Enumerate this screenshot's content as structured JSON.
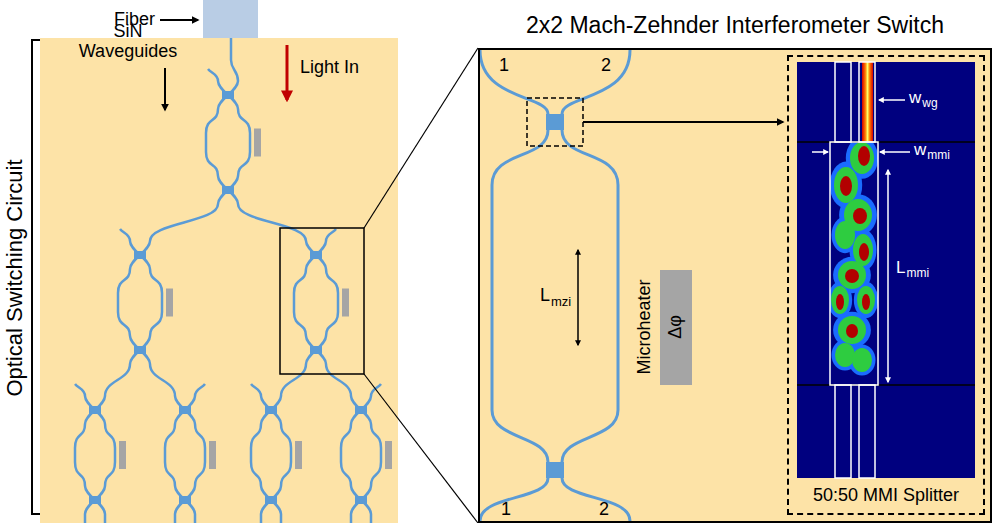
{
  "diagram": {
    "nodes": [
      {
        "text": [
          "Optical Switching Circuit"
        ]
      },
      {
        "text": [
          "2x2 Mach-Zehnder Interferometer Switch"
        ]
      },
      {
        "text": [
          "Microheater",
          "Δφ"
        ],
        "in": 1
      },
      {
        "text": [
          "50:50 MMI Splitter"
        ],
        "in": 1
      }
    ],
    "labels": [
      "Fiber",
      "Light In",
      "SiN Waveguides",
      "1",
      "2",
      "L",
      "mzi",
      "1",
      "2",
      "w",
      "wg",
      "w",
      "mmi",
      "L",
      "mmi"
    ]
  }
}
